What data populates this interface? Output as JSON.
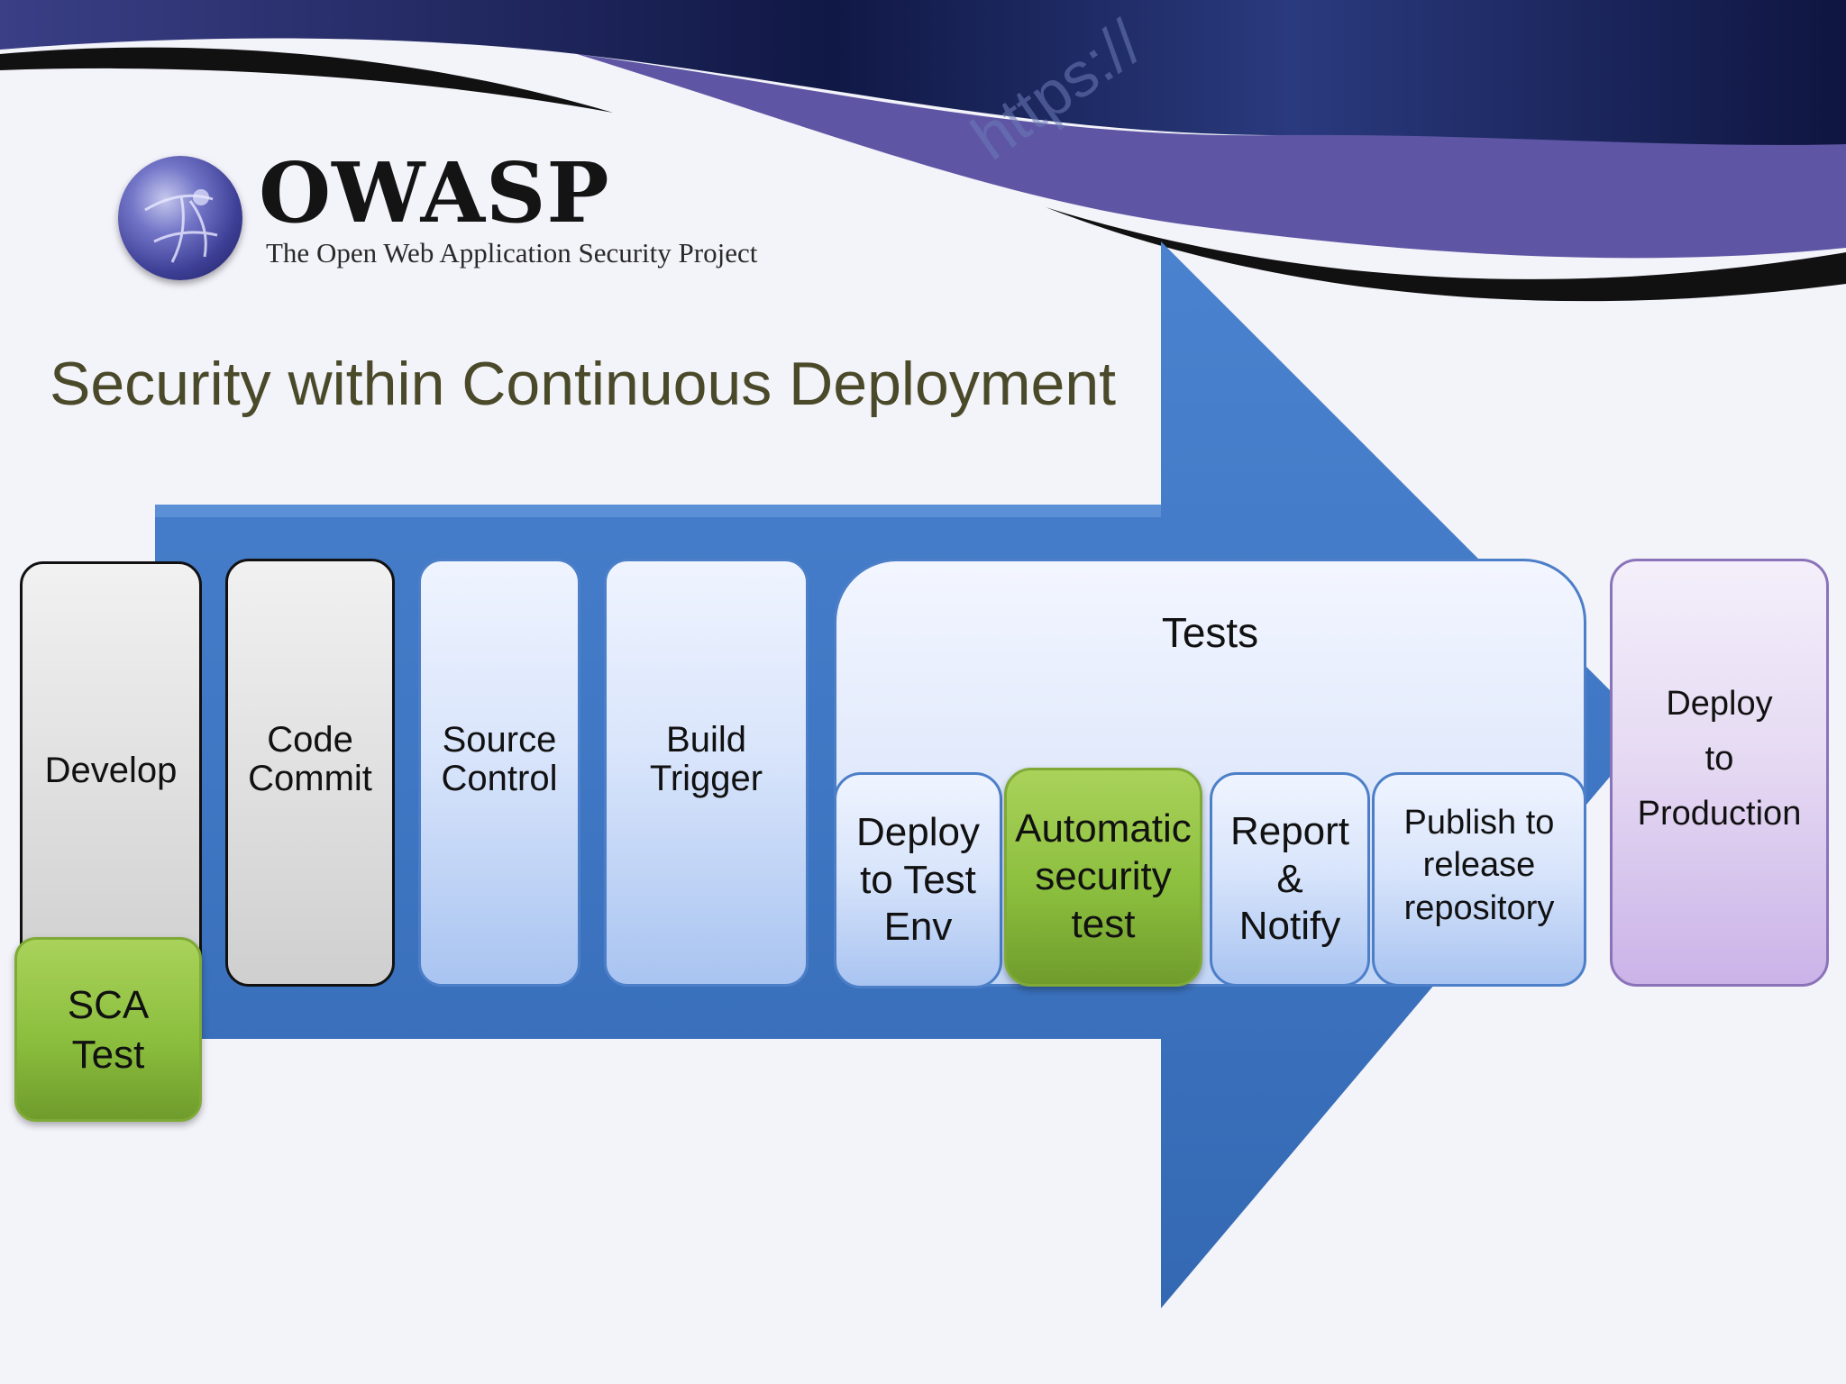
{
  "logo": {
    "wordmark": "OWASP",
    "tagline": "The Open Web Application Security Project",
    "banner_text": "https://"
  },
  "title": "Security within Continuous Deployment",
  "stages": {
    "develop": "Develop",
    "sca_test": "SCA\nTest",
    "code_commit": "Code\nCommit",
    "source_control": "Source\nControl",
    "build_trigger": "Build\nTrigger",
    "tests": "Tests",
    "deploy_test_env": "Deploy\nto Test\nEnv",
    "automatic_security_test": "Automatic\nsecurity\ntest",
    "report_notify": "Report\n&\nNotify",
    "publish_release": "Publish to\nrelease\nrepository",
    "deploy_production": "Deploy\nto\nProduction"
  },
  "colors": {
    "arrow": "#3f77c4",
    "green": "#8cbf3e",
    "banner_purple": "#5e56a4",
    "banner_dark": "#15184a",
    "title": "#4a4a2a"
  }
}
